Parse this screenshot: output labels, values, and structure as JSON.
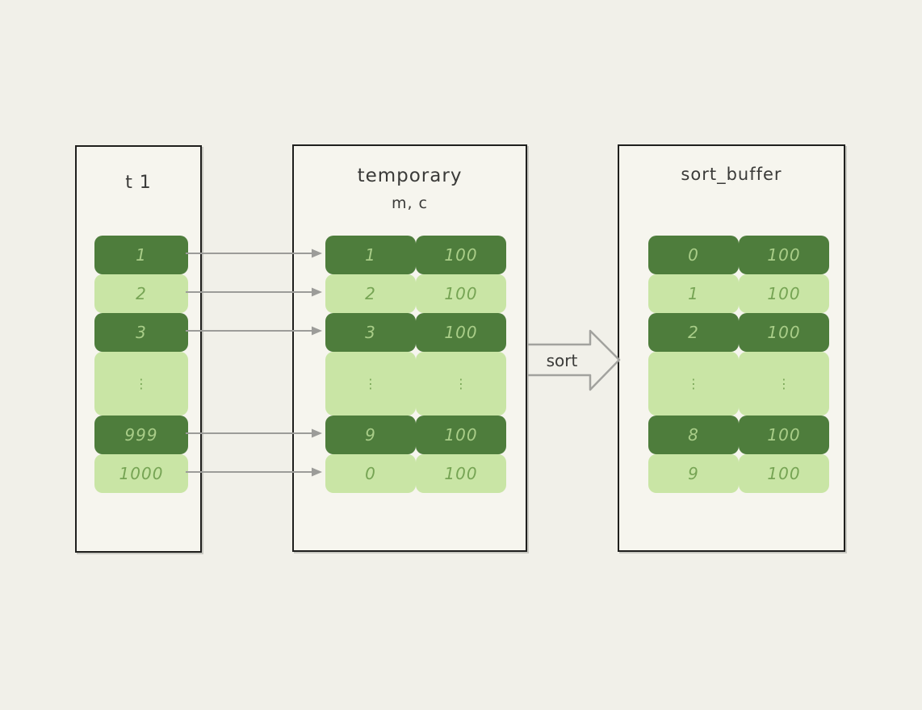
{
  "colors": {
    "page_bg": "#f1f0e9",
    "panel_bg": "#f6f5ee",
    "panel_border": "#1f1f1d",
    "dark_row": "#4e7d3c",
    "light_row": "#c9e5a5",
    "text_on_dark": "#a9cd88",
    "text_on_light": "#76a454",
    "title_text": "#3a3a38",
    "arrow": "#9c9c99"
  },
  "panels": [
    {
      "title": "t 1",
      "rows": [
        [
          "1"
        ],
        [
          "2"
        ],
        [
          "3"
        ],
        [
          "⋮"
        ],
        [
          "999"
        ],
        [
          "1000"
        ]
      ]
    },
    {
      "title": "temporary",
      "subtitle": "m, c",
      "rows": [
        [
          "1",
          "100"
        ],
        [
          "2",
          "100"
        ],
        [
          "3",
          "100"
        ],
        [
          "⋮",
          "⋮"
        ],
        [
          "9",
          "100"
        ],
        [
          "0",
          "100"
        ]
      ]
    },
    {
      "title": "sort_buffer",
      "rows": [
        [
          "0",
          "100"
        ],
        [
          "1",
          "100"
        ],
        [
          "2",
          "100"
        ],
        [
          "⋮",
          "⋮"
        ],
        [
          "8",
          "100"
        ],
        [
          "9",
          "100"
        ]
      ]
    }
  ],
  "sort_arrow": {
    "label": "sort"
  }
}
